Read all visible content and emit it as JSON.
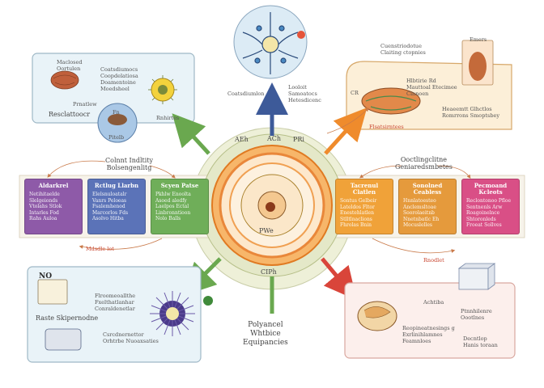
{
  "colors": {
    "ring_outer": "#e8ead0",
    "ring_orange": "#f28a2e",
    "ring_cream": "#fbe6c8",
    "green_arrow": "#6aa84f",
    "orange_arrow": "#ef8b2c",
    "blue_arrow": "#3d5a99",
    "red_arrow": "#d9453a",
    "card_purple": "#8e5aa8",
    "card_blue": "#5b73b8",
    "card_green": "#6fae59",
    "card_orange": "#f0a239",
    "card_amber": "#e59a3c",
    "card_pink": "#d94f86"
  },
  "center": {
    "top_labels": [
      "AEh",
      "ACh",
      "PRi"
    ],
    "inner_label": "PWe",
    "bottom_label": "CIPh",
    "caption": "Polyancel\nWhtbice\nEquipancies"
  },
  "top_center": {
    "label_left": "Coatsdiumlon",
    "label_right": "Looloit\nSamoatocs\nHetesdicenc"
  },
  "top_left_panel": {
    "label_a": "Maclosed\nOortulen",
    "label_b": "Coatsdiumocs\nCoopdelatiosa\nDoamentoine\nMoedsheel",
    "label_c": "Prnatlew",
    "label_d": "Rnhirtes",
    "caption": "Resclattoocr",
    "circle_label": "Fn",
    "circle_caption": "Pitelb"
  },
  "top_right_panel": {
    "heading": "Cuenstriodotue\nClaiting ctopnies",
    "label_a": "CR",
    "label_b": "Hlbtirie Rd\nMauttoal Etecimee\nCinnoen",
    "label_c": "Heaeemtt Glhctlos\nRomrrons Smoptsbey",
    "tag": "Flsatsirntees",
    "box_label": "Emers"
  },
  "left_mid": {
    "heading": "Colnnt Indltity\nBolsengenlitg"
  },
  "right_mid": {
    "heading": "Ooctlingclitne\nGeniaredsmbetes"
  },
  "cards": [
    {
      "title": "Aldarkrel",
      "body": "Netihitaelde\nSlelgeionds\nVtolahs Stlok\nIntarles Fod\nRahs Auloa"
    },
    {
      "title": "Rctlug Llarbn",
      "body": "Elelsnuloatalr\nVanrs Peloeas\nFsalemhenod\nMarcorlos Fds\nAsolvo Hitba"
    },
    {
      "title": "Scyen Patse",
      "body": "Pkhlw Enoolta\nAsoed aledfy\nLaelpos Ectal\nLinbronntioon\nNolo Balls"
    },
    {
      "title": "Tacrenul Clatlen",
      "body": "Sontus Gelbeir\nLateldos Fltor\nEnestehlatlen\nStlltlnaclions\nFhrolas Bnin"
    },
    {
      "title": "Sonolned Ceabless",
      "body": "Hnnlatoesteo\nAnclemsltoae\nSoorolaeitnb\nNnetnbatlc Eh\nMocuslelles"
    },
    {
      "title": "Pecmoand Kcleots",
      "body": "Reclontonoo Pfloe\nSentnenls Arw\nRoagoinelnce\nShtoronleds\nFroeat Sollves"
    }
  ],
  "side_tags": {
    "left": "Mdsdle lot",
    "right": "Rnodlet"
  },
  "bottom_left_panel": {
    "badge": "NO",
    "title": "Raste Skipernodne",
    "label_a": "Flroomeoallthe\nFxelthatlanhar\nConraldenetlar",
    "label_b": "Csrcdnernettor\nOrhtrbe Nuoaxsaties"
  },
  "bottom_right_panel": {
    "label_a": "Achtiba",
    "label_b": "Reopineatnesings g\nExrlinihlamnes\nFeamnloes",
    "label_c": "Ptnnhilenre\nOootlnes",
    "label_d": "Decntlop\nHanis toraan"
  }
}
